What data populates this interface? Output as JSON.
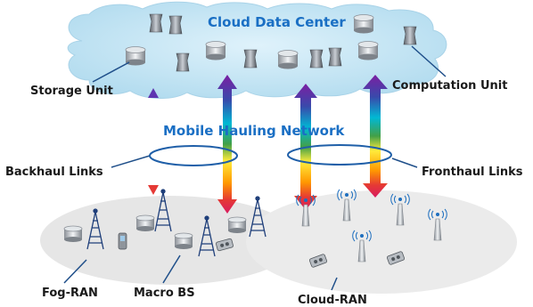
{
  "cloud": {
    "title": "Cloud Data Center"
  },
  "network": {
    "title": "Mobile Hauling Network"
  },
  "labels": {
    "storage_unit": "Storage Unit",
    "computation_unit": "Computation Unit",
    "backhaul_links": "Backhaul Links",
    "fronthaul_links": "Fronthaul Links",
    "fog_ran": "Fog-RAN",
    "macro_bs": "Macro BS",
    "cloud_ran": "Cloud-RAN"
  },
  "colors": {
    "cloud_fill": "#c5e6f5",
    "title_blue": "#1a6fc4",
    "ellipse_blue": "#1f5fa8",
    "ground_fill": "#e6e6e6",
    "arrow_gradient": [
      "#7b1fa2",
      "#3949ab",
      "#00b8d4",
      "#43a047",
      "#ffeb3b",
      "#ff9800",
      "#e53935",
      "#d81b60"
    ]
  },
  "icons": [
    "storage-cylinder-icon",
    "server-rack-icon",
    "antenna-tower-icon",
    "rrh-antenna-icon",
    "mobile-phone-icon",
    "laptop-icon"
  ]
}
